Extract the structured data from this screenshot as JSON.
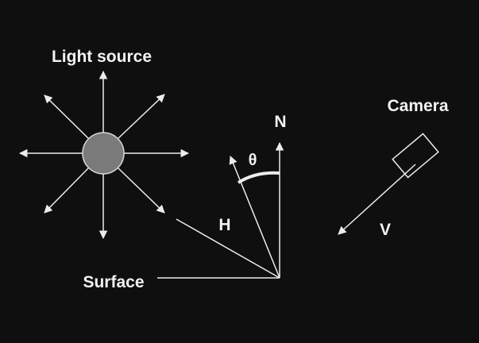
{
  "labels": {
    "light_source": "Light source",
    "camera": "Camera",
    "surface": "Surface",
    "normal": "N",
    "halfway": "H",
    "view": "V",
    "angle": "θ"
  },
  "colors": {
    "background": "#0f0f0f",
    "stroke": "#ececec",
    "light_fill": "#7a7a7a",
    "text": "#f2f2f2"
  }
}
